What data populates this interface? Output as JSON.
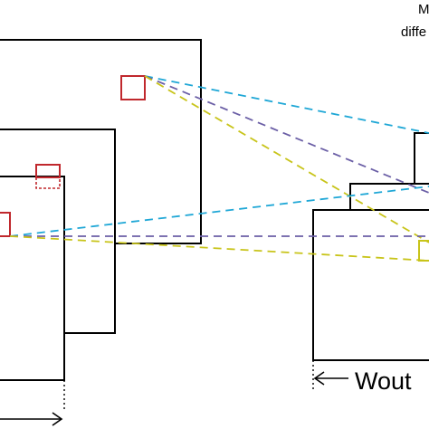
{
  "labels": {
    "corner_note_line1": "M",
    "corner_note_line2": "diffe",
    "output_width": "Wout"
  },
  "colors": {
    "kernel": "#c0282d",
    "ray_cyan": "#1fa7d6",
    "ray_purple": "#6b5fa6",
    "ray_olive": "#c8c41a",
    "frame": "#000000"
  }
}
